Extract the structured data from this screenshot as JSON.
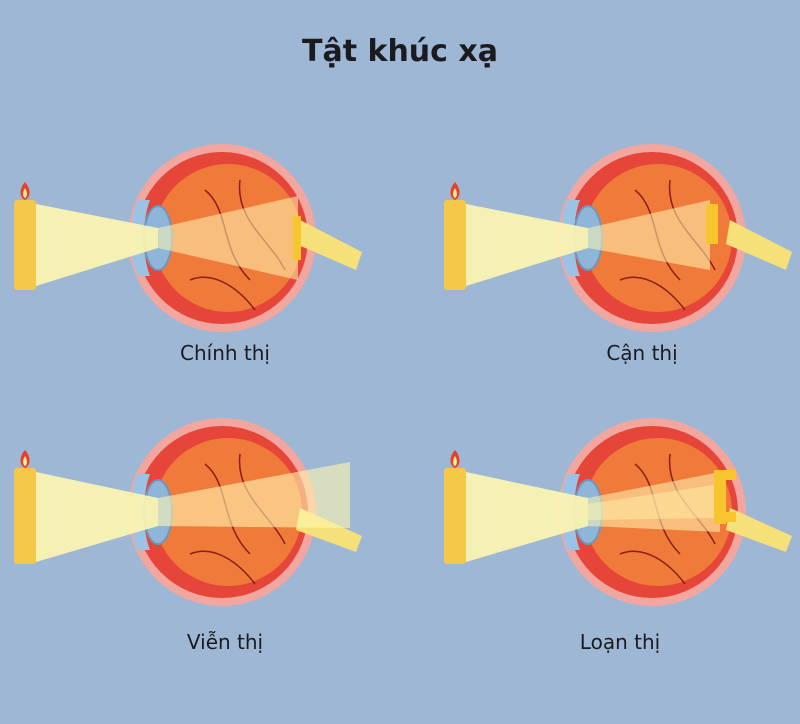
{
  "title": "Tật khúc xạ",
  "panels": [
    {
      "label": "Chính thị",
      "focus": "on-retina"
    },
    {
      "label": "Cận thị",
      "focus": "in-front-of-retina"
    },
    {
      "label": "Viễn thị",
      "focus": "behind-retina"
    },
    {
      "label": "Loạn thị",
      "focus": "multiple-points"
    }
  ],
  "colors": {
    "background": "#9db7d4",
    "light_beam": "#fff6b0",
    "candle": "#f6c84a",
    "flame": "#e8412a",
    "eye_outer": "#e6453a",
    "eye_inner": "#f07a3a",
    "lens": "#8fb5d8",
    "vessel": "#8a1e18",
    "focus_spot": "#f7c62f"
  }
}
